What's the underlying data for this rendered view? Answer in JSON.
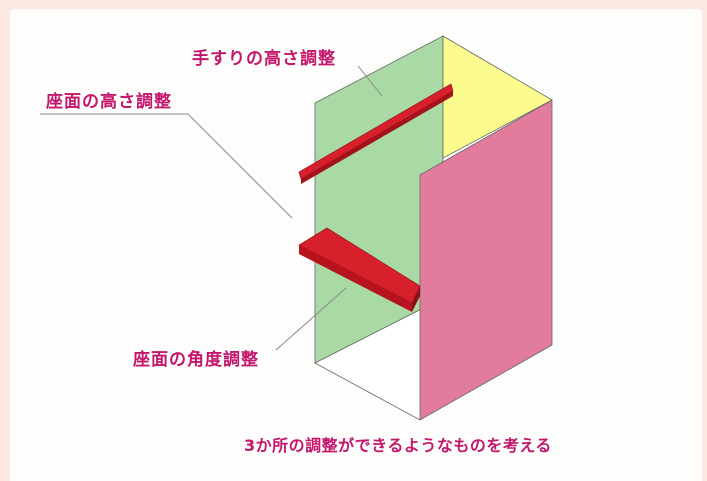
{
  "labels": {
    "handrail_height": "手すりの高さ調整",
    "seat_height": "座面の高さ調整",
    "seat_angle": "座面の角度調整",
    "caption": "3か所の調整ができるようなものを考える"
  },
  "colors": {
    "page_background": "#fbe9e1",
    "panel_background": "#fdfdfb",
    "label_text": "#c4176c",
    "back_panel": "#a9d9a4",
    "right_top_panel": "#fbfb8e",
    "front_panel": "#e27c9c",
    "red_parts": "#d8202c"
  }
}
